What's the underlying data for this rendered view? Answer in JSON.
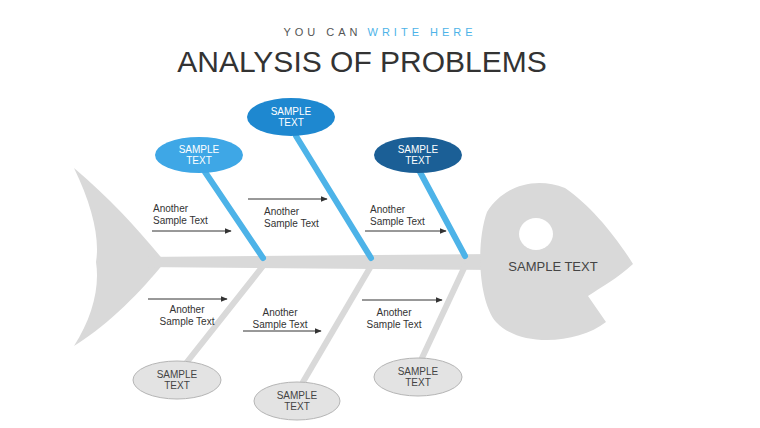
{
  "diagram": {
    "title": "ANALYSIS OF PROBLEMS",
    "nodes": [
      {
        "text": [
          "SAMPLE TEXT"
        ]
      },
      {
        "text": [
          "SAMPLE TEXT"
        ]
      },
      {
        "text": [
          "SAMPLE TEXT"
        ]
      },
      {
        "text": [
          "SAMPLE TEXT"
        ]
      },
      {
        "text": [
          "SAMPLE TEXT"
        ]
      },
      {
        "text": [
          "SAMPLE TEXT"
        ]
      },
      {
        "text": [
          "SAMPLE TEXT"
        ]
      }
    ],
    "labels": [
      "YOU CAN",
      "WRITE HERE",
      "Another Sample Text",
      "Another Sample Text",
      "Another Sample Text",
      "Another Sample Text",
      "Another Sample Text",
      "Another Sample Text"
    ]
  }
}
